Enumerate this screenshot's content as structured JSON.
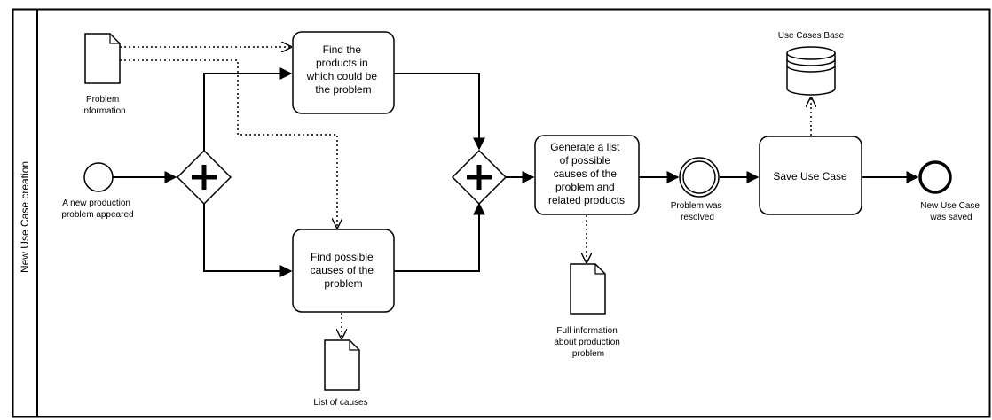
{
  "pool": {
    "lane_label": "New Use Case creation"
  },
  "events": {
    "start": [
      "A new production",
      "problem appeared"
    ],
    "intermediate": [
      "Problem was",
      "resolved"
    ],
    "end": [
      "New Use Case",
      "was saved"
    ]
  },
  "tasks": {
    "find_products": [
      "Find the",
      "products in",
      "which could be",
      "the problem"
    ],
    "find_causes": [
      "Find possible",
      "causes of the",
      "problem"
    ],
    "generate_list": [
      "Generate a list",
      "of possible",
      "causes of the",
      "problem and",
      "related products"
    ],
    "save_use_case": [
      "Save Use Case"
    ]
  },
  "data_objects": {
    "problem_information": [
      "Problem",
      "information"
    ],
    "list_of_causes": [
      "List of causes"
    ],
    "full_information": [
      "Full information",
      "about production",
      "problem"
    ]
  },
  "data_store": {
    "use_cases_base": [
      "Use Cases Base"
    ]
  }
}
